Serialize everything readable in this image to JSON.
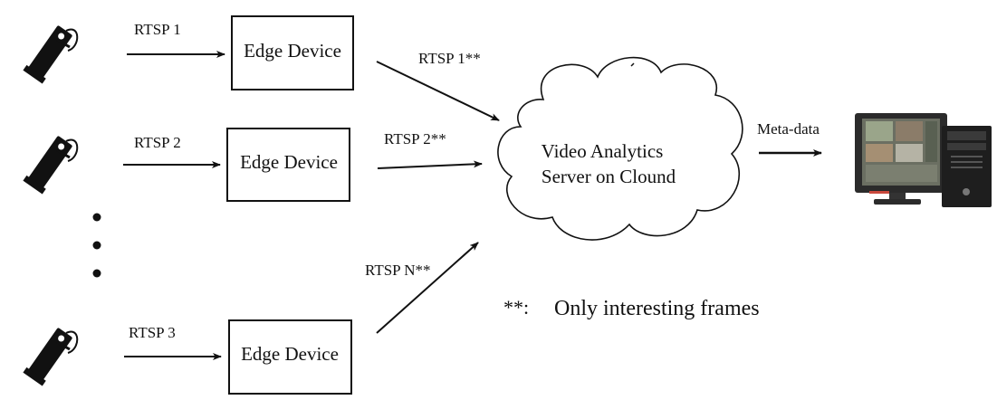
{
  "cameras": [
    {
      "id": "cam1",
      "stream_label": "RTSP 1",
      "edge_label": "Edge Device"
    },
    {
      "id": "cam2",
      "stream_label": "RTSP 2",
      "edge_label": "Edge Device"
    },
    {
      "id": "cam3",
      "stream_label": "RTSP 3",
      "edge_label": "Edge Device"
    }
  ],
  "filtered_streams": {
    "s1": "RTSP 1**",
    "s2": "RTSP 2**",
    "sN": "RTSP N**"
  },
  "cloud": {
    "line1": "Video Analytics",
    "line2": "Server on Clound"
  },
  "output": {
    "label": "Meta-data"
  },
  "footnote": {
    "marker": "**:",
    "text": "Only interesting frames"
  },
  "icons": {
    "camera": "security-camera-icon",
    "monitor": "computer-workstation-icon"
  }
}
